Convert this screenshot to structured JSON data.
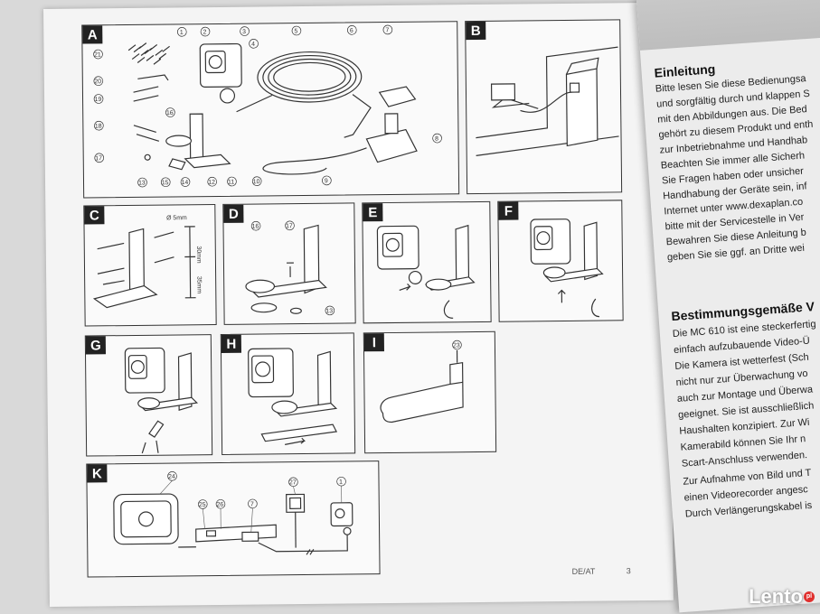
{
  "panels": {
    "a": "A",
    "b": "B",
    "c": "C",
    "d": "D",
    "e": "E",
    "f": "F",
    "g": "G",
    "h": "H",
    "i": "I",
    "k": "K"
  },
  "panel_a_parts": [
    "1",
    "2",
    "3",
    "4",
    "5",
    "6",
    "7",
    "8",
    "9",
    "10",
    "11",
    "12",
    "13",
    "14",
    "15",
    "16",
    "17",
    "18",
    "19",
    "20",
    "21"
  ],
  "panel_c": {
    "hole_diameter": "Ø 5mm",
    "spacing_top": "30mm",
    "spacing_bottom": "35mm"
  },
  "panel_d_parts": [
    "16",
    "17",
    "13"
  ],
  "panel_i_parts": [
    "23"
  ],
  "panel_k_parts": [
    "24",
    "25",
    "26",
    "7",
    "27",
    "1"
  ],
  "footer": {
    "region": "DE/AT",
    "page_number": "3"
  },
  "right_page": {
    "heading1": "Einleitung",
    "intro_lines": [
      "Bitte lesen Sie diese Bedienungsa",
      "und sorgfältig durch und klappen S",
      "mit den Abbildungen aus. Die Bed",
      "gehört zu diesem Produkt und enth",
      "zur Inbetriebnahme und Handhab",
      "Beachten Sie immer alle Sicherh",
      "Sie Fragen haben oder unsicher",
      "Handhabung der Geräte sein, inf",
      "Internet unter www.dexaplan.co",
      "bitte mit der Servicestelle in Ver",
      "Bewahren Sie diese Anleitung b",
      "geben Sie sie ggf. an Dritte wei"
    ],
    "heading2": "Bestimmungsgemäße V",
    "usage_lines": [
      "Die MC 610 ist eine steckerfertig",
      "einfach aufzubauende Video-Ü",
      "Die Kamera ist wetterfest (Sch",
      "nicht nur zur Überwachung vo",
      "auch zur Montage und Überwa",
      "geeignet. Sie ist ausschließlich",
      "Haushalten konzipiert. Zur Wi",
      "Kamerabild können Sie Ihr n",
      "Scart-Anschluss verwenden.",
      "Zur Aufnahme von Bild und T",
      "einen Videorecorder angesc",
      "Durch Verlängerungskabel is"
    ]
  },
  "watermark": {
    "text": "Lento",
    "suffix": "pl"
  }
}
